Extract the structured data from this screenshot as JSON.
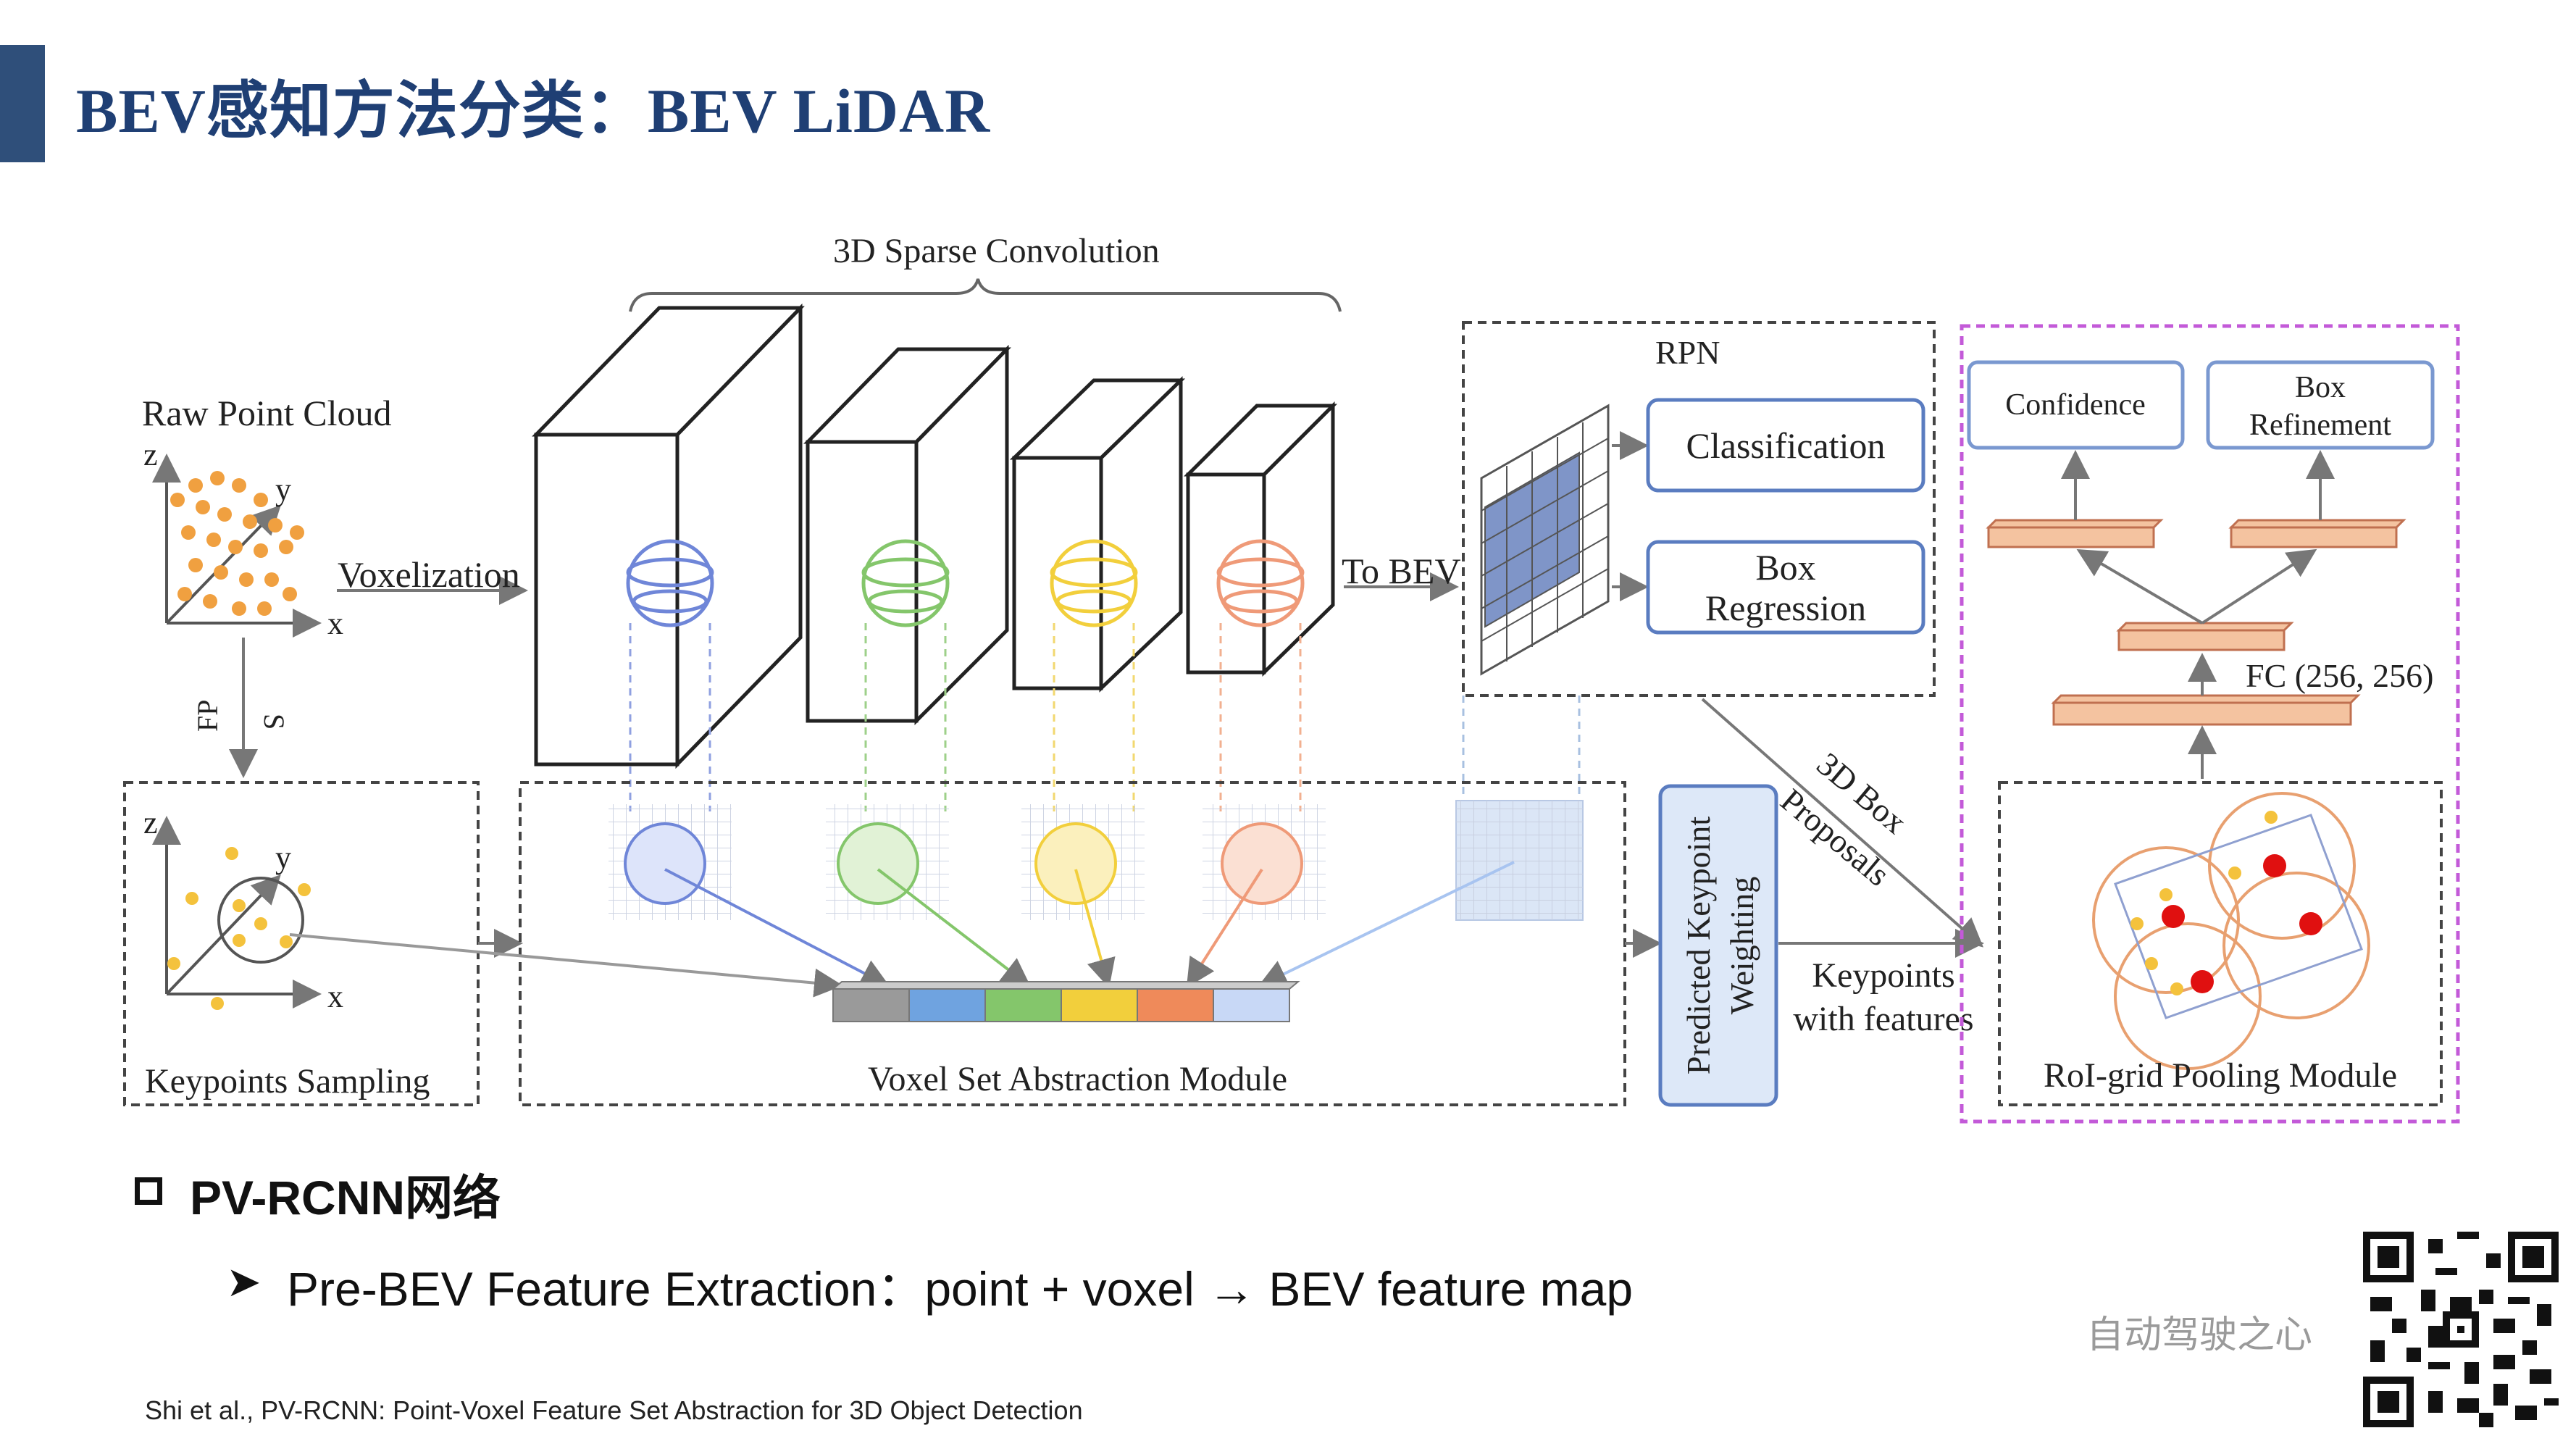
{
  "slide": {
    "title": "BEV感知方法分类：BEV LiDAR",
    "bullet_heading": "PV-RCNN网络",
    "bullet_sub": "Pre-BEV Feature Extraction：point + voxel → BEV feature map",
    "citation": "Shi et al., PV-RCNN: Point-Voxel Feature Set Abstraction for 3D Object Detection",
    "watermark": "自动驾驶之心"
  },
  "diagram": {
    "sparse_conv_label": "3D Sparse Convolution",
    "raw_point_cloud": "Raw Point Cloud",
    "voxelization": "Voxelization",
    "to_bev": "To BEV",
    "rpn": "RPN",
    "classification": "Classification",
    "box_regression_1": "Box",
    "box_regression_2": "Regression",
    "confidence": "Confidence",
    "box_refinement_1": "Box",
    "box_refinement_2": "Refinement",
    "fc": "FC (256, 256)",
    "fps_1": "FP",
    "fps_2": "S",
    "keypoints_sampling": "Keypoints Sampling",
    "vsa_module": "Voxel Set Abstraction Module",
    "predicted_weighting_1": "Predicted Keypoint",
    "predicted_weighting_2": "Weighting",
    "proposals_1": "3D Box",
    "proposals_2": "Proposals",
    "keypoints_features_1": "Keypoints",
    "keypoints_features_2": "with features",
    "roi_pooling": "RoI-grid Pooling Module",
    "axis_z": "z",
    "axis_y": "y",
    "axis_x": "x"
  },
  "colors": {
    "title": "#1f3f74",
    "blue": "#6f86d8",
    "green": "#84c66b",
    "yellow": "#f2cf3c",
    "salmon": "#ef9a78",
    "light_blue": "#a8c4f0",
    "gray": "#9a9a9a",
    "orange_bar": "#f4c3a0",
    "purple_dash": "#c35ad8",
    "points": "#f0a040",
    "red": "#e01010"
  }
}
